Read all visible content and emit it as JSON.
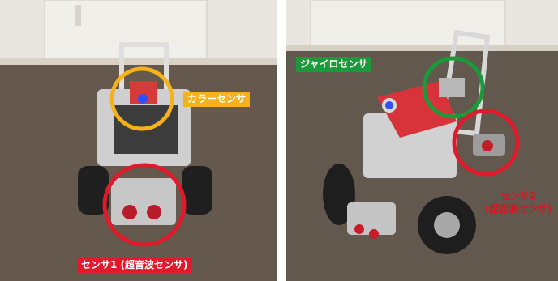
{
  "left_photo": {
    "label_color_sensor": "カラーセンサ",
    "label_sensor1": "センサ1 (超音波センサ)"
  },
  "right_photo": {
    "label_gyro_sensor": "ジャイロセンサ",
    "label_sensor2_line1": "センサ2",
    "label_sensor2_line2": "(超音波センサ)"
  },
  "colors": {
    "yellow": "#f6b21c",
    "red": "#e01a2b",
    "green": "#1a9a3a"
  }
}
